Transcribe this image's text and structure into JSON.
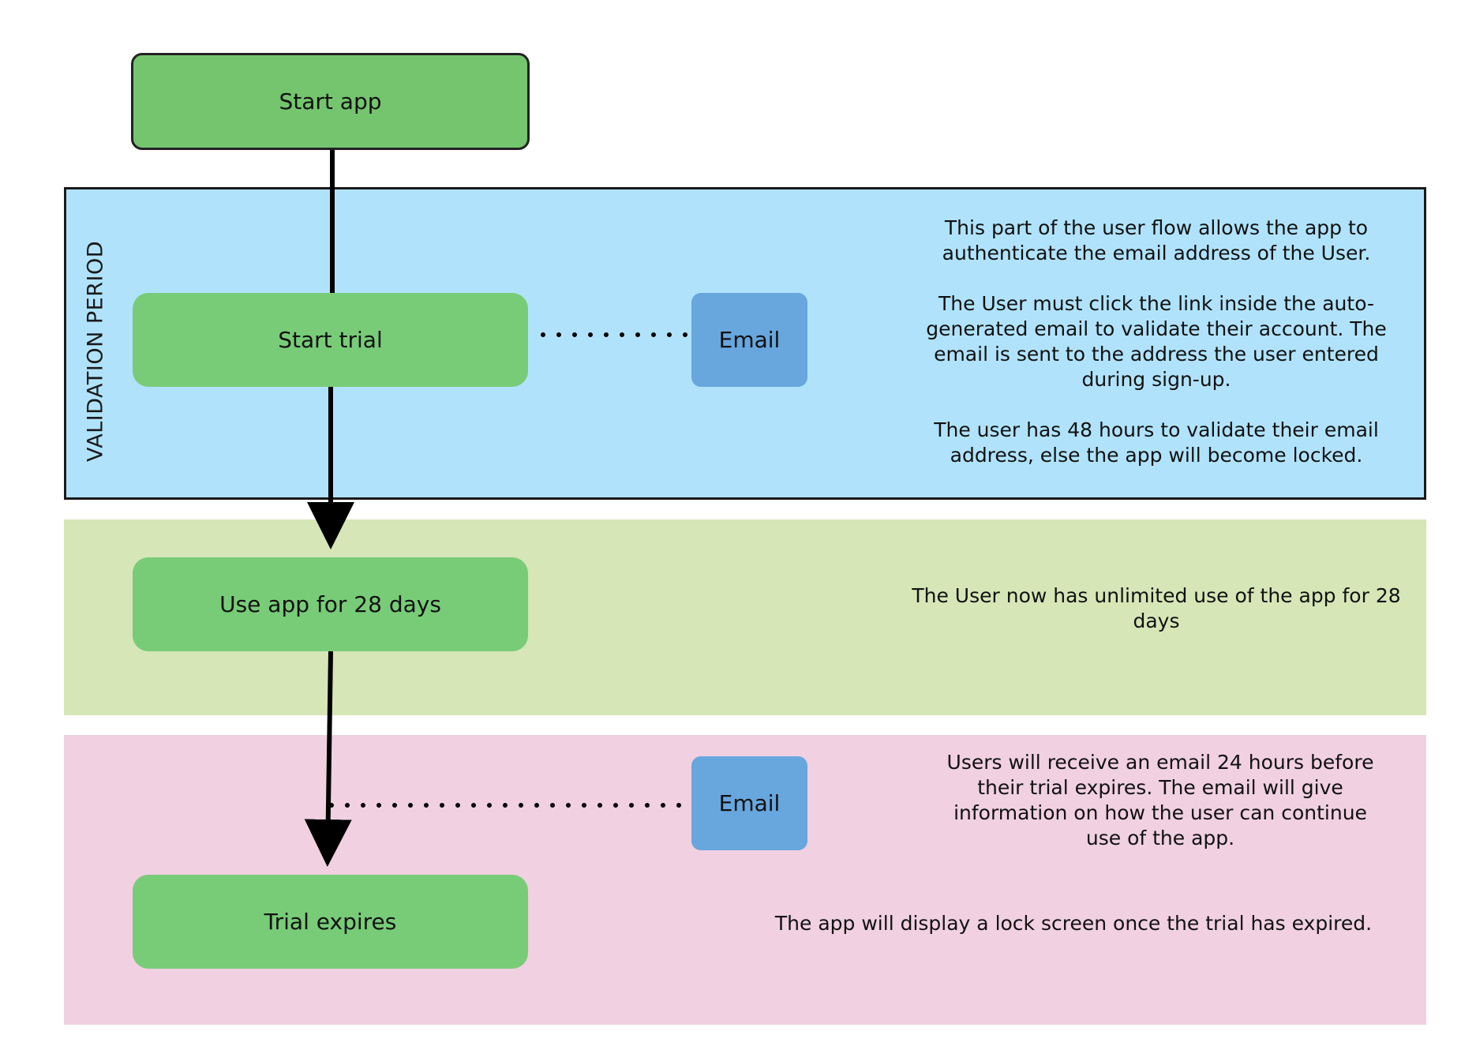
{
  "bands": {
    "validation": {
      "label": "VALIDATION PERIOD",
      "color": "#b0e3fb"
    },
    "usage": {
      "color": "#d6e6b7"
    },
    "expiry": {
      "color": "#f0d0e1"
    }
  },
  "nodes": {
    "start_app": "Start app",
    "start_trial": "Start trial",
    "use_app": "Use app for 28 days",
    "trial_expires": "Trial expires",
    "email_validation": "Email",
    "email_reminder": "Email"
  },
  "notes": {
    "validation": [
      "This part of the user flow allows the app to authenticate the email address of the User.",
      "The User must click the link inside the auto-generated email to validate their account. The email is sent to the address the user entered during sign-up.",
      "The user has 48 hours to validate their email address, else the app will become locked."
    ],
    "usage": "The User now has unlimited use of the app for 28 days",
    "reminder": "Users will receive an email 24 hours before their trial expires. The email will give information on how the user can continue use of the app.",
    "lock": "The app will display a lock screen once the trial has expired."
  },
  "colors": {
    "process_node": "#78cc78",
    "email_node": "#68a6de",
    "connector": "#000000"
  }
}
